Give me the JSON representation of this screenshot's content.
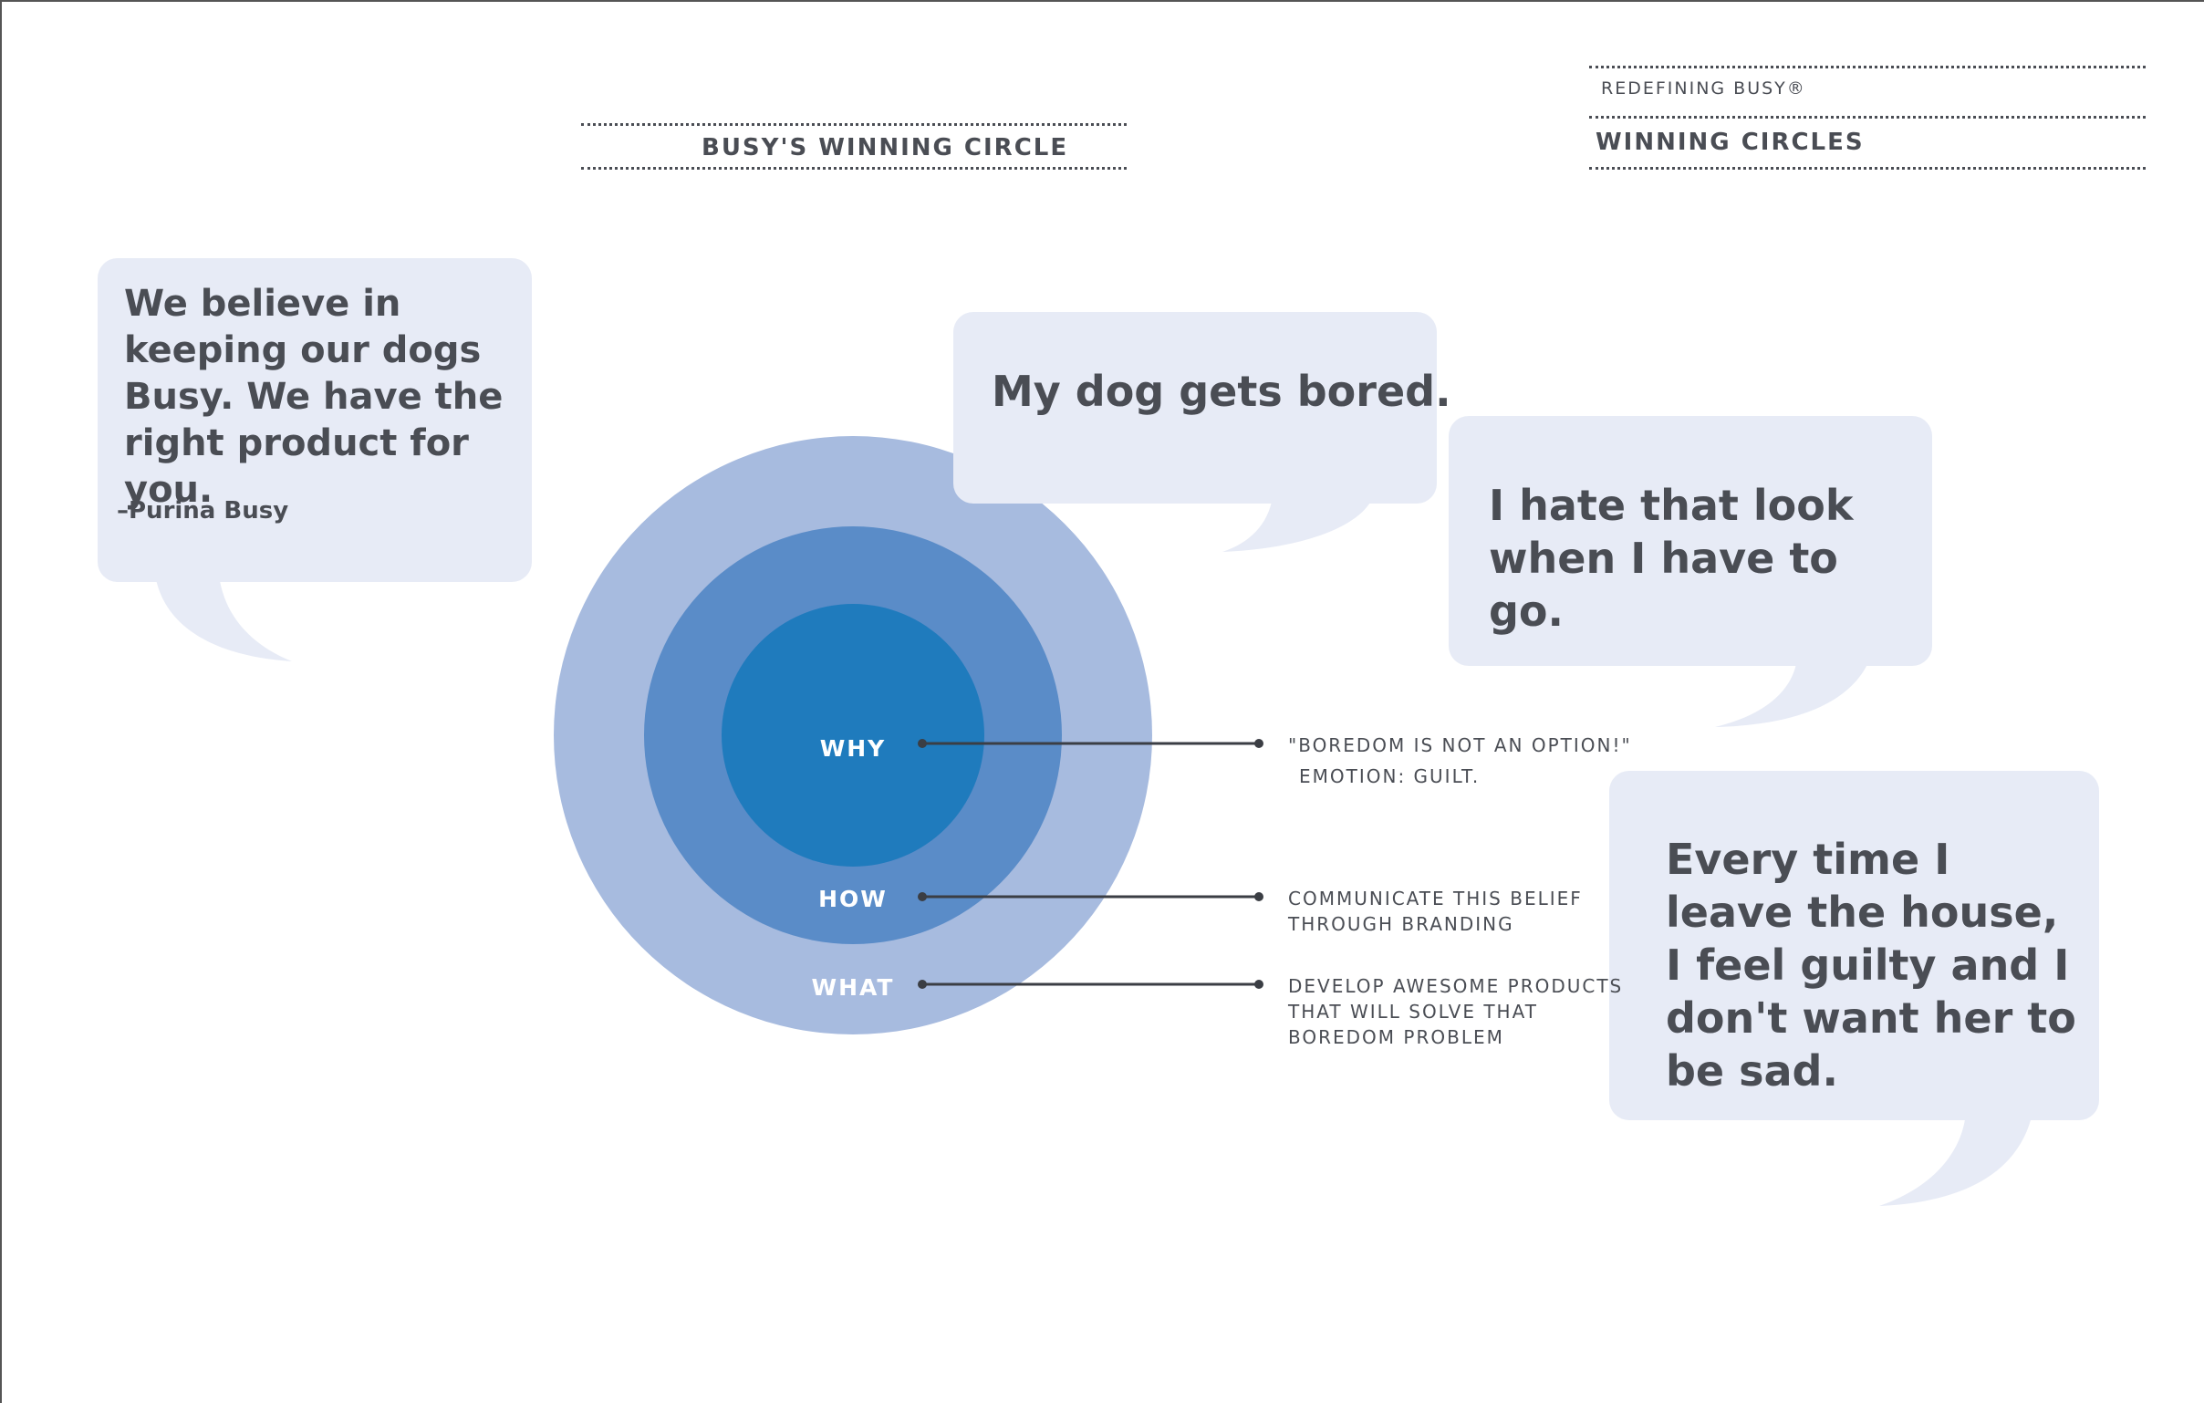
{
  "header": {
    "series_label": "REDEFINING BUSY®",
    "section_title": "WINNING CIRCLES"
  },
  "diagram": {
    "title": "BUSY'S WINNING CIRCLE",
    "rings": [
      {
        "label": "WHY",
        "color": "#1f7bbd"
      },
      {
        "label": "HOW",
        "color": "#5a8cc8"
      },
      {
        "label": "WHAT",
        "color": "#a7bbdf"
      }
    ],
    "notes": {
      "why": [
        "\"BOREDOM IS NOT AN OPTION!\"",
        "EMOTION: GUILT."
      ],
      "how": [
        "COMMUNICATE THIS BELIEF",
        "THROUGH BRANDING"
      ],
      "what": [
        "DEVELOP AWESOME PRODUCTS",
        "THAT WILL SOLVE THAT",
        "BOREDOM PROBLEM"
      ]
    },
    "bubble_color": "#e7ebf6"
  },
  "quotes": {
    "brand": {
      "text": "We believe in keeping our dogs Busy. We have the right product for you.",
      "attribution": "–Purina Busy"
    },
    "owner_1": "My dog gets bored.",
    "owner_2": "I hate that look when I have to go.",
    "owner_3": "Every time I leave the house, I feel guilty and I don't want her to be sad."
  }
}
